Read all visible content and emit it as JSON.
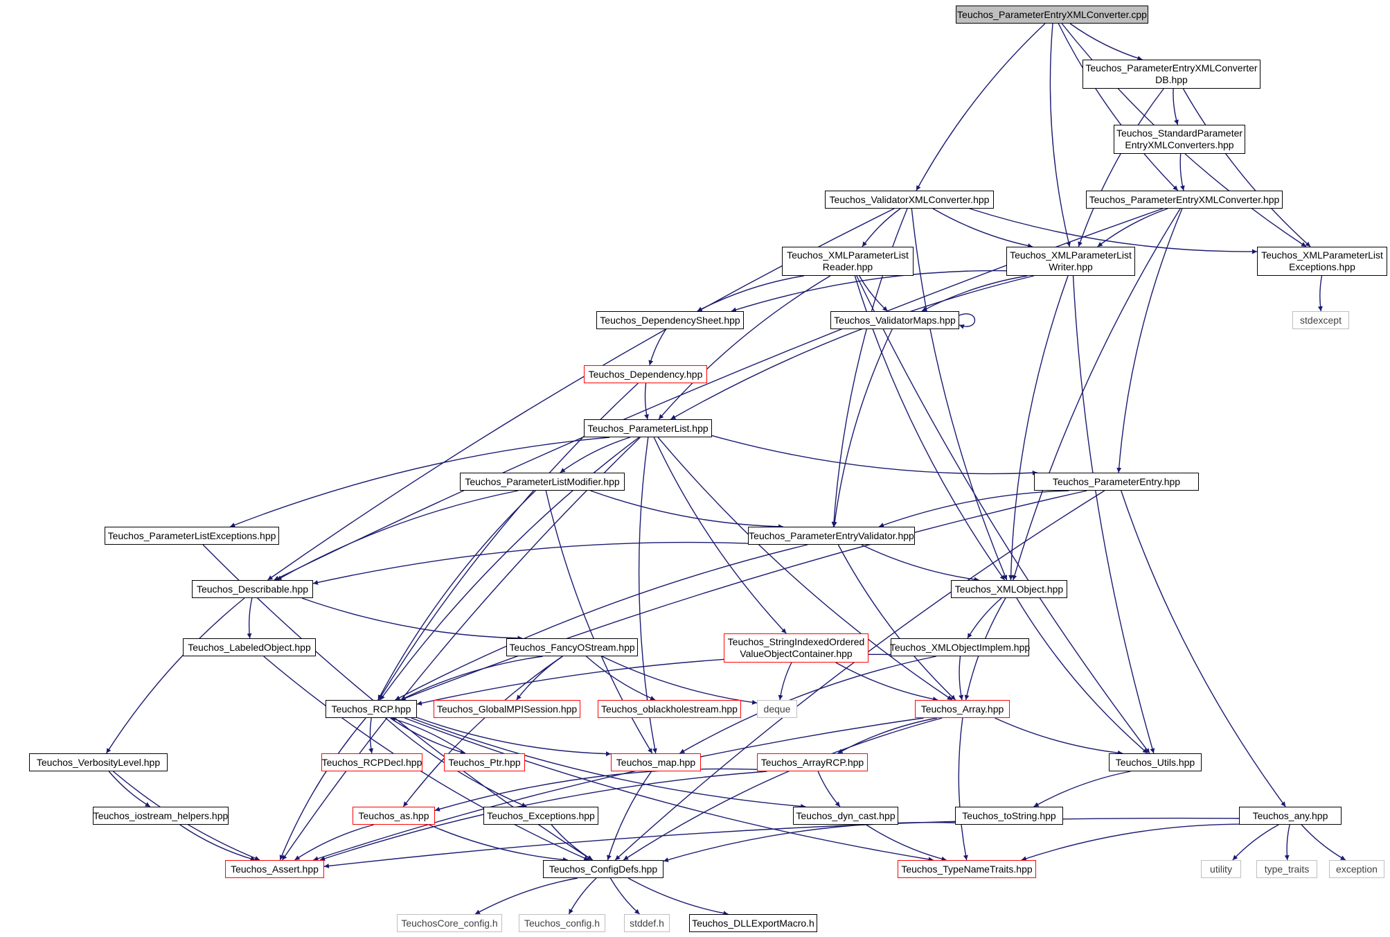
{
  "colors": {
    "edge": "#191970",
    "normal_border": "#000000",
    "incomplete_border": "#ff0000",
    "external_border": "#bfbfbf",
    "root_fill": "#bfbfbf"
  },
  "nodes": [
    {
      "id": "root",
      "label": "Teuchos_ParameterEntryXMLConverter.cpp",
      "style": "root"
    },
    {
      "id": "convdb",
      "label": "Teuchos_ParameterEntryXMLConverter\nDB.hpp",
      "style": "normal"
    },
    {
      "id": "stdconv",
      "label": "Teuchos_StandardParameter\nEntryXMLConverters.hpp",
      "style": "normal"
    },
    {
      "id": "valxml",
      "label": "Teuchos_ValidatorXMLConverter.hpp",
      "style": "normal"
    },
    {
      "id": "pexml",
      "label": "Teuchos_ParameterEntryXMLConverter.hpp",
      "style": "normal"
    },
    {
      "id": "reader",
      "label": "Teuchos_XMLParameterList\nReader.hpp",
      "style": "normal"
    },
    {
      "id": "writer",
      "label": "Teuchos_XMLParameterList\nWriter.hpp",
      "style": "normal"
    },
    {
      "id": "xplexc",
      "label": "Teuchos_XMLParameterList\nExceptions.hpp",
      "style": "normal"
    },
    {
      "id": "stdexcept",
      "label": "stdexcept",
      "style": "external"
    },
    {
      "id": "depsheet",
      "label": "Teuchos_DependencySheet.hpp",
      "style": "normal"
    },
    {
      "id": "valmaps",
      "label": "Teuchos_ValidatorMaps.hpp",
      "style": "normal"
    },
    {
      "id": "dep",
      "label": "Teuchos_Dependency.hpp",
      "style": "incomplete"
    },
    {
      "id": "plist",
      "label": "Teuchos_ParameterList.hpp",
      "style": "normal"
    },
    {
      "id": "plmod",
      "label": "Teuchos_ParameterListModifier.hpp",
      "style": "normal"
    },
    {
      "id": "pentry",
      "label": "Teuchos_ParameterEntry.hpp",
      "style": "normal"
    },
    {
      "id": "plexc",
      "label": "Teuchos_ParameterListExceptions.hpp",
      "style": "normal"
    },
    {
      "id": "pev",
      "label": "Teuchos_ParameterEntryValidator.hpp",
      "style": "normal"
    },
    {
      "id": "desc",
      "label": "Teuchos_Describable.hpp",
      "style": "normal"
    },
    {
      "id": "xmlobj",
      "label": "Teuchos_XMLObject.hpp",
      "style": "normal"
    },
    {
      "id": "labeled",
      "label": "Teuchos_LabeledObject.hpp",
      "style": "normal"
    },
    {
      "id": "fancy",
      "label": "Teuchos_FancyOStream.hpp",
      "style": "normal"
    },
    {
      "id": "strind",
      "label": "Teuchos_StringIndexedOrdered\nValueObjectContainer.hpp",
      "style": "incomplete"
    },
    {
      "id": "xmlimpl",
      "label": "Teuchos_XMLObjectImplem.hpp",
      "style": "normal"
    },
    {
      "id": "rcp",
      "label": "Teuchos_RCP.hpp",
      "style": "normal"
    },
    {
      "id": "gmpi",
      "label": "Teuchos_GlobalMPISession.hpp",
      "style": "incomplete"
    },
    {
      "id": "oblack",
      "label": "Teuchos_oblackholestream.hpp",
      "style": "incomplete"
    },
    {
      "id": "deque",
      "label": "deque",
      "style": "external"
    },
    {
      "id": "array",
      "label": "Teuchos_Array.hpp",
      "style": "incomplete"
    },
    {
      "id": "verb",
      "label": "Teuchos_VerbosityLevel.hpp",
      "style": "normal"
    },
    {
      "id": "rcpdecl",
      "label": "Teuchos_RCPDecl.hpp",
      "style": "incomplete"
    },
    {
      "id": "ptr",
      "label": "Teuchos_Ptr.hpp",
      "style": "incomplete"
    },
    {
      "id": "map",
      "label": "Teuchos_map.hpp",
      "style": "incomplete"
    },
    {
      "id": "arcp",
      "label": "Teuchos_ArrayRCP.hpp",
      "style": "incomplete"
    },
    {
      "id": "utils",
      "label": "Teuchos_Utils.hpp",
      "style": "normal"
    },
    {
      "id": "iohelp",
      "label": "Teuchos_iostream_helpers.hpp",
      "style": "normal"
    },
    {
      "id": "as",
      "label": "Teuchos_as.hpp",
      "style": "incomplete"
    },
    {
      "id": "exc",
      "label": "Teuchos_Exceptions.hpp",
      "style": "normal"
    },
    {
      "id": "dyncast",
      "label": "Teuchos_dyn_cast.hpp",
      "style": "normal"
    },
    {
      "id": "tostr",
      "label": "Teuchos_toString.hpp",
      "style": "normal"
    },
    {
      "id": "any",
      "label": "Teuchos_any.hpp",
      "style": "normal"
    },
    {
      "id": "assert",
      "label": "Teuchos_Assert.hpp",
      "style": "incomplete"
    },
    {
      "id": "config",
      "label": "Teuchos_ConfigDefs.hpp",
      "style": "normal"
    },
    {
      "id": "tnt",
      "label": "Teuchos_TypeNameTraits.hpp",
      "style": "incomplete"
    },
    {
      "id": "utility",
      "label": "utility",
      "style": "external"
    },
    {
      "id": "typetraits",
      "label": "type_traits",
      "style": "external"
    },
    {
      "id": "exception",
      "label": "exception",
      "style": "external"
    },
    {
      "id": "corecfg",
      "label": "TeuchosCore_config.h",
      "style": "external"
    },
    {
      "id": "tcfg",
      "label": "Teuchos_config.h",
      "style": "external"
    },
    {
      "id": "stddef",
      "label": "stddef.h",
      "style": "external"
    },
    {
      "id": "dll",
      "label": "Teuchos_DLLExportMacro.h",
      "style": "normal"
    }
  ],
  "edges": [
    [
      "root",
      "convdb"
    ],
    [
      "root",
      "valxml"
    ],
    [
      "root",
      "writer"
    ],
    [
      "root",
      "pexml"
    ],
    [
      "root",
      "xplexc"
    ],
    [
      "convdb",
      "stdconv"
    ],
    [
      "convdb",
      "writer"
    ],
    [
      "convdb",
      "xplexc"
    ],
    [
      "stdconv",
      "pexml"
    ],
    [
      "valxml",
      "reader"
    ],
    [
      "valxml",
      "writer"
    ],
    [
      "valxml",
      "xplexc"
    ],
    [
      "valxml",
      "desc"
    ],
    [
      "valxml",
      "pev"
    ],
    [
      "valxml",
      "xmlobj"
    ],
    [
      "pexml",
      "writer"
    ],
    [
      "pexml",
      "pentry"
    ],
    [
      "pexml",
      "desc"
    ],
    [
      "pexml",
      "xmlobj"
    ],
    [
      "reader",
      "depsheet"
    ],
    [
      "reader",
      "valmaps"
    ],
    [
      "reader",
      "plist"
    ],
    [
      "reader",
      "xmlobj"
    ],
    [
      "reader",
      "utils"
    ],
    [
      "writer",
      "depsheet"
    ],
    [
      "writer",
      "valmaps"
    ],
    [
      "writer",
      "plist"
    ],
    [
      "writer",
      "xmlobj"
    ],
    [
      "writer",
      "utils"
    ],
    [
      "xplexc",
      "stdexcept"
    ],
    [
      "depsheet",
      "dep"
    ],
    [
      "valmaps",
      "pev"
    ],
    [
      "valmaps",
      "valmaps"
    ],
    [
      "dep",
      "plist"
    ],
    [
      "dep",
      "rcp"
    ],
    [
      "plist",
      "plmod"
    ],
    [
      "plist",
      "pentry"
    ],
    [
      "plist",
      "plexc"
    ],
    [
      "plist",
      "rcp"
    ],
    [
      "plist",
      "strind"
    ],
    [
      "plist",
      "map"
    ],
    [
      "plist",
      "array"
    ],
    [
      "plist",
      "assert"
    ],
    [
      "plmod",
      "pev"
    ],
    [
      "plmod",
      "desc"
    ],
    [
      "plmod",
      "rcp"
    ],
    [
      "plmod",
      "map"
    ],
    [
      "pentry",
      "pev"
    ],
    [
      "pentry",
      "any"
    ],
    [
      "pentry",
      "rcp"
    ],
    [
      "pentry",
      "config"
    ],
    [
      "plexc",
      "config"
    ],
    [
      "pev",
      "desc"
    ],
    [
      "pev",
      "xmlobj"
    ],
    [
      "pev",
      "rcp"
    ],
    [
      "pev",
      "array"
    ],
    [
      "desc",
      "labeled"
    ],
    [
      "desc",
      "fancy"
    ],
    [
      "desc",
      "verb"
    ],
    [
      "xmlobj",
      "xmlimpl"
    ],
    [
      "xmlobj",
      "utils"
    ],
    [
      "xmlobj",
      "array"
    ],
    [
      "labeled",
      "config"
    ],
    [
      "fancy",
      "rcp"
    ],
    [
      "fancy",
      "gmpi"
    ],
    [
      "fancy",
      "oblack"
    ],
    [
      "fancy",
      "deque"
    ],
    [
      "fancy",
      "as"
    ],
    [
      "strind",
      "array"
    ],
    [
      "strind",
      "deque"
    ],
    [
      "xmlimpl",
      "rcp"
    ],
    [
      "xmlimpl",
      "array"
    ],
    [
      "xmlimpl",
      "map"
    ],
    [
      "rcp",
      "rcpdecl"
    ],
    [
      "rcp",
      "ptr"
    ],
    [
      "rcp",
      "map"
    ],
    [
      "rcp",
      "exc"
    ],
    [
      "rcp",
      "dyncast"
    ],
    [
      "rcp",
      "tnt"
    ],
    [
      "rcp",
      "assert"
    ],
    [
      "ptr",
      "rcp"
    ],
    [
      "array",
      "arcp"
    ],
    [
      "array",
      "utils"
    ],
    [
      "array",
      "tnt"
    ],
    [
      "array",
      "config"
    ],
    [
      "array",
      "assert"
    ],
    [
      "arcp",
      "dyncast"
    ],
    [
      "arcp",
      "as"
    ],
    [
      "arcp",
      "assert"
    ],
    [
      "verb",
      "iohelp"
    ],
    [
      "verb",
      "assert"
    ],
    [
      "iohelp",
      "assert"
    ],
    [
      "map",
      "config"
    ],
    [
      "as",
      "assert"
    ],
    [
      "as",
      "config"
    ],
    [
      "exc",
      "config"
    ],
    [
      "dyncast",
      "tnt"
    ],
    [
      "utils",
      "tostr"
    ],
    [
      "tostr",
      "config"
    ],
    [
      "any",
      "utility"
    ],
    [
      "any",
      "typetraits"
    ],
    [
      "any",
      "exception"
    ],
    [
      "any",
      "tnt"
    ],
    [
      "any",
      "assert"
    ],
    [
      "config",
      "corecfg"
    ],
    [
      "config",
      "tcfg"
    ],
    [
      "config",
      "stddef"
    ],
    [
      "config",
      "dll"
    ]
  ]
}
